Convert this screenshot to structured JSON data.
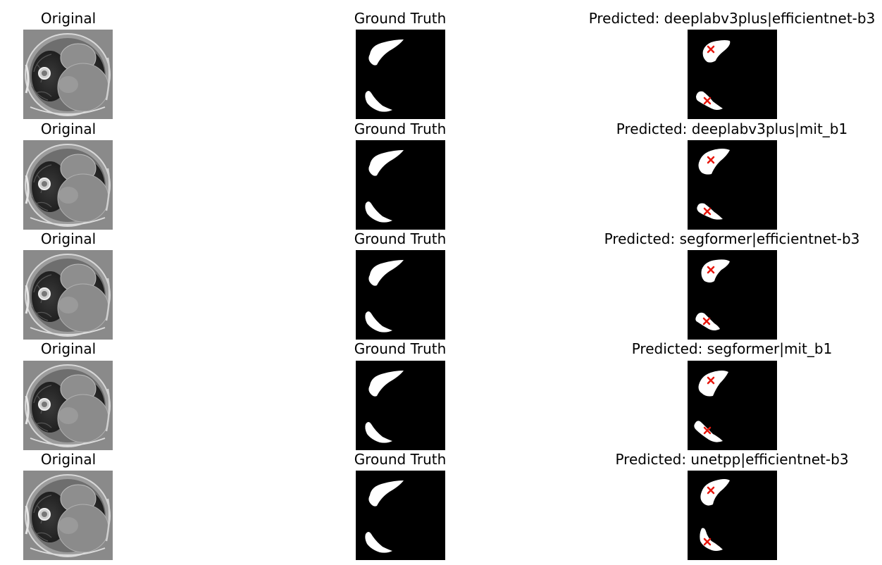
{
  "rows": [
    {
      "original_title": "Original",
      "ground_truth_title": "Ground Truth",
      "predicted_title": "Predicted: deeplabv3plus|efficientnet-b3"
    },
    {
      "original_title": "Original",
      "ground_truth_title": "Ground Truth",
      "predicted_title": "Predicted: deeplabv3plus|mit_b1"
    },
    {
      "original_title": "Original",
      "ground_truth_title": "Ground Truth",
      "predicted_title": "Predicted: segformer|efficientnet-b3"
    },
    {
      "original_title": "Original",
      "ground_truth_title": "Ground Truth",
      "predicted_title": "Predicted: segformer|mit_b1"
    },
    {
      "original_title": "Original",
      "ground_truth_title": "Ground Truth",
      "predicted_title": "Predicted: unetpp|efficientnet-b3"
    }
  ],
  "colors": {
    "mask": "#ffffff",
    "background": "#000000",
    "marker": "#e8160c"
  }
}
